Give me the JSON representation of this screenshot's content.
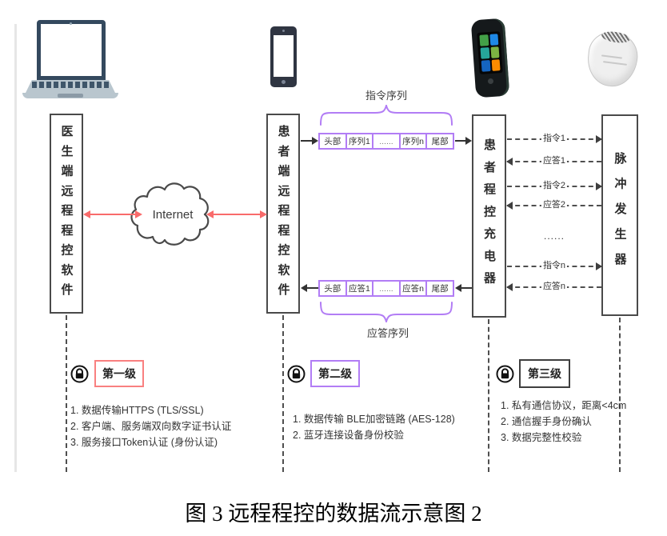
{
  "page": {
    "caption": "图 3 远程程控的数据流示意图 2"
  },
  "internet": {
    "label": "Internet"
  },
  "nodes": {
    "doctor_software": "医生端远程程控软件",
    "patient_software": "患者端远程程控软件",
    "patient_charger": "患者程控充电器",
    "pulse_generator": "脉冲发生器"
  },
  "command_sequence": {
    "label": "指令序列",
    "cells": [
      "头部",
      "序列1",
      "......",
      "序列n",
      "尾部"
    ]
  },
  "response_sequence": {
    "label": "应答序列",
    "cells": [
      "头部",
      "应答1",
      "......",
      "应答n",
      "尾部"
    ]
  },
  "rf_exchange": {
    "messages": [
      {
        "label": "指令1",
        "direction": "right"
      },
      {
        "label": "应答1",
        "direction": "left"
      },
      {
        "label": "指令2",
        "direction": "right"
      },
      {
        "label": "应答2",
        "direction": "left"
      },
      {
        "label": "......",
        "direction": "none"
      },
      {
        "label": "指令n",
        "direction": "right"
      },
      {
        "label": "应答n",
        "direction": "left"
      }
    ]
  },
  "security_levels": [
    {
      "title": "第一级",
      "accent": "#f98080",
      "items": [
        "1. 数据传输HTTPS (TLS/SSL)",
        "2. 客户端、服务端双向数字证书认证",
        "3. 服务接口Token认证 (身份认证)"
      ]
    },
    {
      "title": "第二级",
      "accent": "#b27df5",
      "items": [
        "1. 数据传输 BLE加密链路 (AES-128)",
        "2. 蓝牙连接设备身份校验"
      ]
    },
    {
      "title": "第三级",
      "accent": "#3f3f3f",
      "items": [
        "1. 私有通信协议，距离<4cm",
        "2. 通信握手身份确认",
        "3. 数据完整性校验"
      ]
    }
  ],
  "colors": {
    "red_accent": "#f96b6b",
    "purple_accent": "#b27df5",
    "line": "#4a4a4a"
  }
}
